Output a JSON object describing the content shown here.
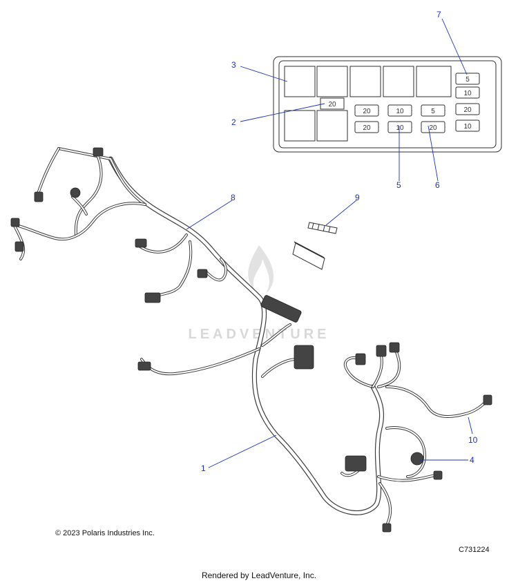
{
  "watermark": "LEADVENTURE",
  "copyright": "© 2023 Polaris Industries Inc.",
  "diagram_code": "C731224",
  "footer": "Rendered by LeadVenture, Inc.",
  "callouts": {
    "c1": "1",
    "c2": "2",
    "c3": "3",
    "c4": "4",
    "c5": "5",
    "c6": "6",
    "c7": "7",
    "c8": "8",
    "c9": "9",
    "c10": "10"
  },
  "fuses": {
    "top_left": "20",
    "r1c2": "20",
    "r1c3": "10",
    "r1c4": "5",
    "r2c2": "20",
    "r2c3": "10",
    "r2c4": "20",
    "right1": "5",
    "right2": "10",
    "right3": "20",
    "right4": "10"
  },
  "icons": {
    "watermark": "flame-logo-icon"
  }
}
